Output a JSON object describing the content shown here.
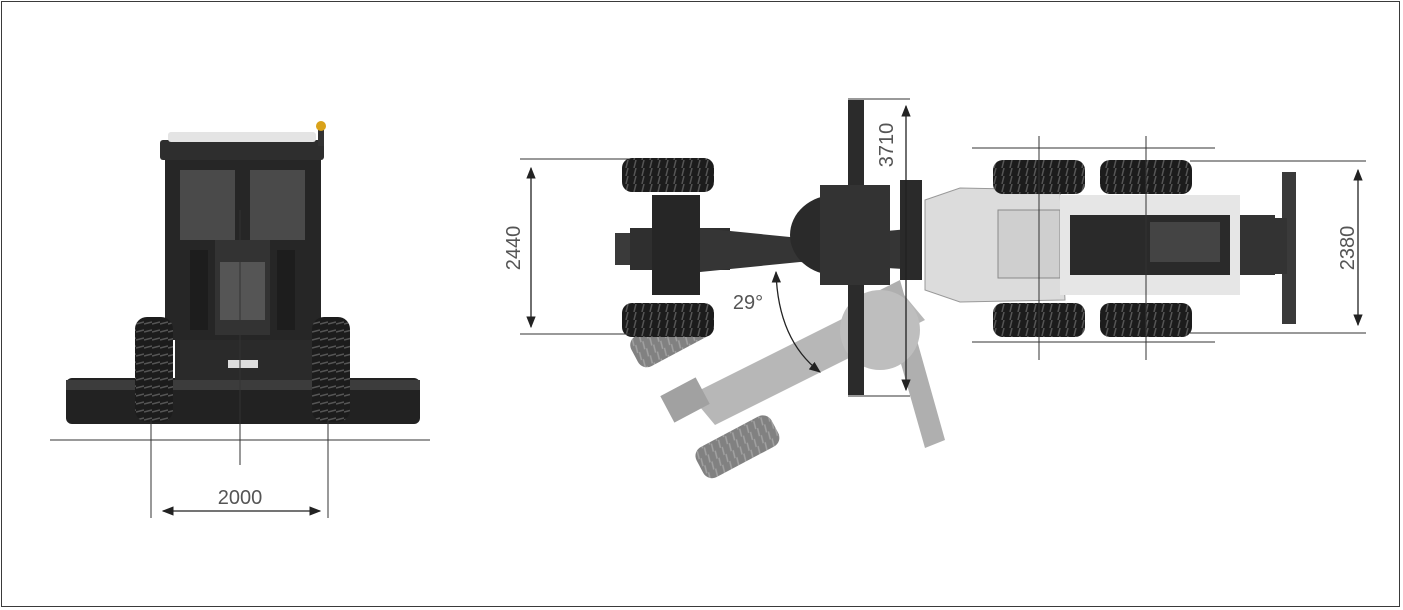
{
  "dimensions": {
    "track_width": "2000",
    "front_width": "2440",
    "blade_length": "3710",
    "rear_width": "2380",
    "steer_angle": "29°"
  },
  "colors": {
    "frame_border": "#3a3a3a",
    "machine_dark": "#2d2d2d",
    "machine_body": "#e6e6e6",
    "ghost": "#9a9a9a",
    "dim_text": "#555555"
  }
}
